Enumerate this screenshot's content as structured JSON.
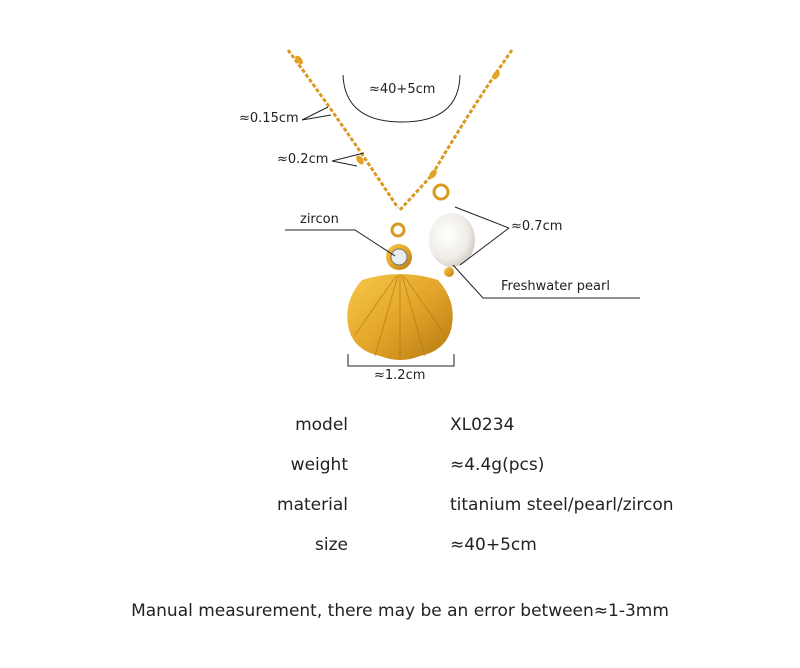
{
  "annotations": {
    "length": "≈40+5cm",
    "chain_width": "≈0.15cm",
    "bead_width": "≈0.2cm",
    "zircon": "zircon",
    "pearl_size": "≈0.7cm",
    "pearl": "Freshwater pearl",
    "shell_width": "≈1.2cm"
  },
  "specs": [
    {
      "label": "model",
      "value": "XL0234"
    },
    {
      "label": "weight",
      "value": "≈4.4g(pcs)"
    },
    {
      "label": "material",
      "value": "titanium steel/pearl/zircon"
    },
    {
      "label": "size",
      "value": "≈40+5cm"
    }
  ],
  "footer": "Manual measurement, there may be an error between≈1-3mm",
  "colors": {
    "gold": "#e0a52a",
    "pearl": "#f4f2ee"
  }
}
